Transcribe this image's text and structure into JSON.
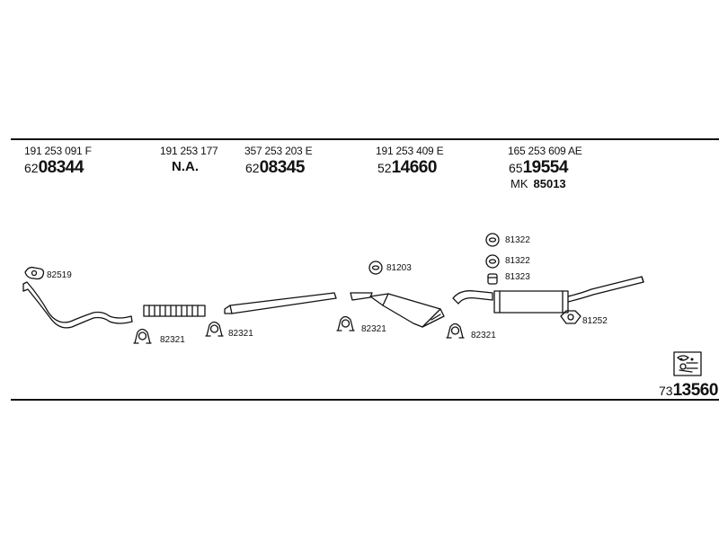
{
  "parts": [
    {
      "oe": "191 253 091 F",
      "prefix": "62",
      "number": "08344"
    },
    {
      "oe": "191 253 177",
      "na": "N.A."
    },
    {
      "oe": "357 253 203 E",
      "prefix": "62",
      "number": "08345"
    },
    {
      "oe": "191 253 409 E",
      "prefix": "52",
      "number": "14660"
    },
    {
      "oe": "165 253 609 AE",
      "prefix": "65",
      "number": "19554"
    }
  ],
  "kit": {
    "prefix": "MK",
    "number": "85013"
  },
  "accessories": {
    "a82519": "82519",
    "a82321_1": "82321",
    "a82321_2": "82321",
    "a82321_3": "82321",
    "a82321_4": "82321",
    "a81203": "81203",
    "a81322_1": "81322",
    "a81322_2": "81322",
    "a81323": "81323",
    "a81252": "81252"
  },
  "total": {
    "prefix": "73",
    "number": "13560"
  }
}
